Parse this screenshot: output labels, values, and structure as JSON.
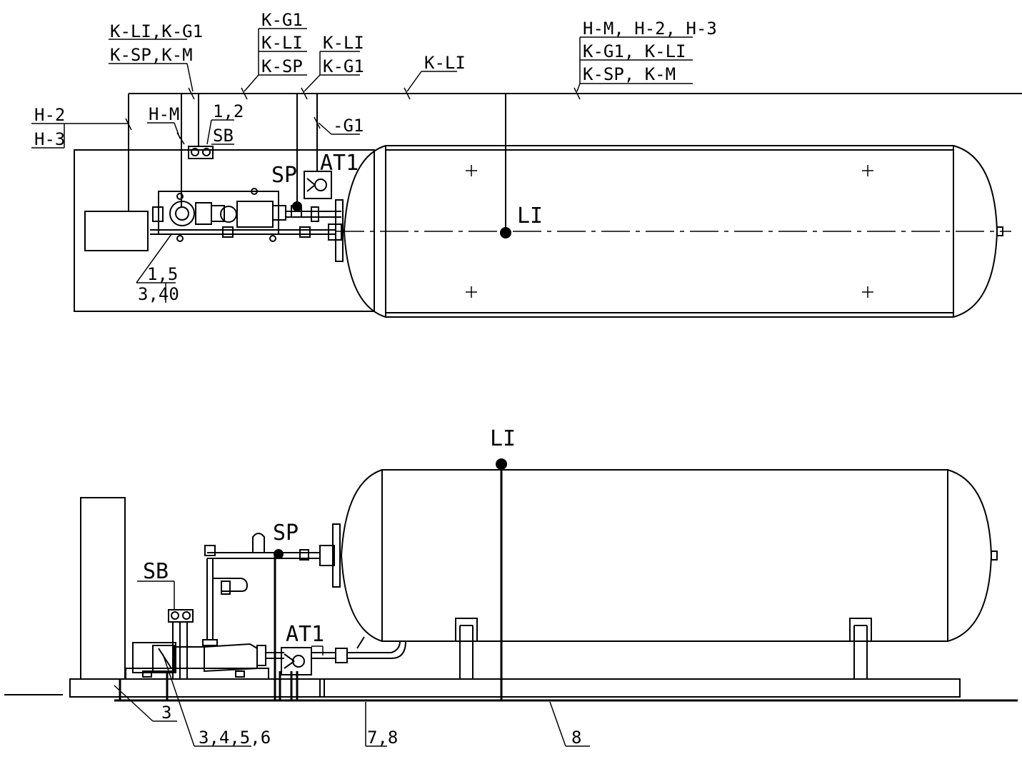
{
  "labels": {
    "top_left_group_line1": "K-LI,K-G1",
    "top_left_group_line2": "K-SP,K-M",
    "top_group2_line1": "K-G1",
    "top_group2_line2": "K-LI",
    "top_group2_line3": "K-SP",
    "top_group3_line1": "K-LI",
    "top_group3_line2": "K-G1",
    "top_klI": "K-LI",
    "top_right_line1": "H-M, H-2, H-3",
    "top_right_line2": "K-G1, K-LI",
    "top_right_line3": "K-SP, K-M",
    "h2": "H-2",
    "h3": "H-3",
    "hm": "H-M",
    "sb_ref_num": "1,2",
    "sb_ref": "SB",
    "g1_branch": "-G1",
    "sp_top": "SP",
    "at1_top": "AT1",
    "li_top": "LI",
    "pump_ref_num": "1,5",
    "pump_ref_den": "3,40",
    "li_bottom": "LI",
    "sp_bottom": "SP",
    "sb_bottom": "SB",
    "at1_bottom": "AT1",
    "ref_3": "3",
    "ref_3456": "3,4,5,6",
    "ref_78": "7,8",
    "ref_8": "8"
  }
}
